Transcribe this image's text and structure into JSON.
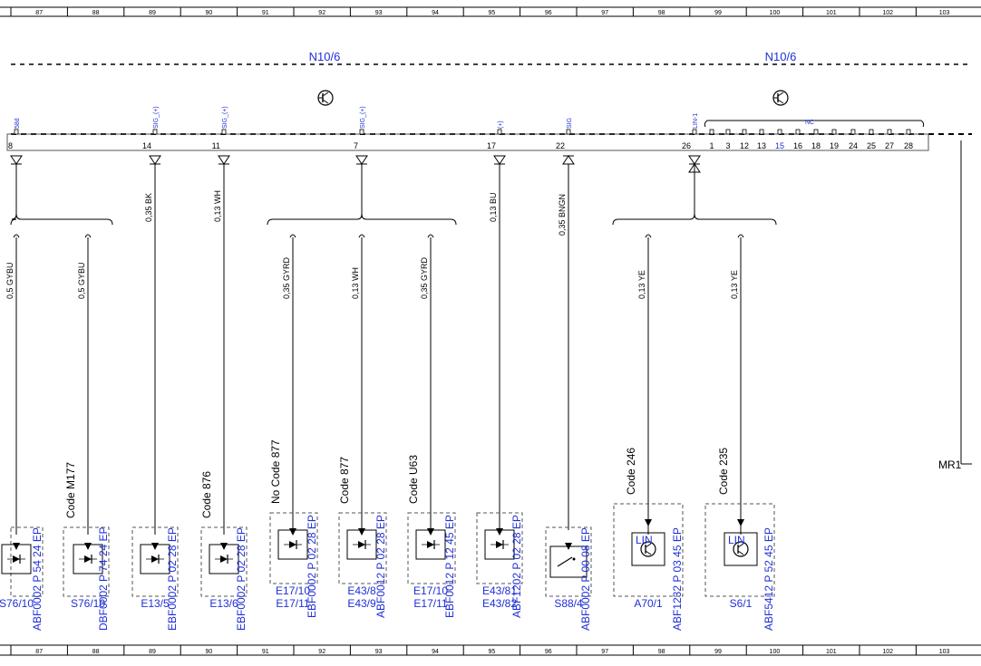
{
  "grid": {
    "columns": [
      "87",
      "88",
      "89",
      "90",
      "91",
      "92",
      "93",
      "94",
      "95",
      "96",
      "97",
      "98",
      "99",
      "100",
      "101",
      "102",
      "103"
    ]
  },
  "connector": {
    "left_label": "N10/6",
    "right_label": "N10/6",
    "pins": [
      {
        "num": "8",
        "signal": "58d"
      },
      {
        "num": "14",
        "signal": "SIG_(+)"
      },
      {
        "num": "11",
        "signal": "SIG_(+)"
      },
      {
        "num": "7",
        "signal": "SIG_(+)"
      },
      {
        "num": "17",
        "signal": "(+)"
      },
      {
        "num": "22",
        "signal": "SIG"
      },
      {
        "num": "26",
        "signal": "LIN-1"
      }
    ],
    "nc_label": "NC",
    "nc_pins": [
      "1",
      "3",
      "12",
      "13",
      "15",
      "16",
      "18",
      "19",
      "24",
      "25",
      "27",
      "28"
    ]
  },
  "wires": [
    {
      "spec": "0,35 BK"
    },
    {
      "spec": "0,13 WH"
    },
    {
      "spec": "0,13 BU"
    },
    {
      "spec": "0,35 BNGN"
    }
  ],
  "branches": [
    {
      "spec": "0,5 GYBU"
    },
    {
      "spec": "0,5 GYBU"
    },
    {
      "spec": "0,35 GYRD"
    },
    {
      "spec": "0,13 WH"
    },
    {
      "spec": "0,35 GYRD"
    },
    {
      "spec": "0,13 YE"
    },
    {
      "spec": "0,13 YE"
    }
  ],
  "components": [
    {
      "code": "",
      "ref": "ABF0002 P 54 24 EP",
      "label": "S76/10",
      "label2": ""
    },
    {
      "code": "Code M177",
      "ref": "DBF0002 P 74 24 EP",
      "label": "S76/10",
      "label2": ""
    },
    {
      "code": "",
      "ref": "EBF0002 P 02 28 EP",
      "label": "E13/5",
      "label2": ""
    },
    {
      "code": "Code 876",
      "ref": "EBF0002 P 02 28 EP",
      "label": "E13/6",
      "label2": ""
    },
    {
      "code": "No Code 877",
      "ref": "EBF0002 P 02 28 EP",
      "label": "E17/10",
      "label2": "E17/11"
    },
    {
      "code": "Code 877",
      "ref": "ABF0012 P 02 28 EP",
      "label": "E43/8",
      "label2": "E43/9"
    },
    {
      "code": "Code U63",
      "ref": "EBF0012 P 12 45 EP",
      "label": "E17/10",
      "label2": "E17/11"
    },
    {
      "code": "",
      "ref": "ABF1202 P 02 28 EP",
      "label": "E43/81",
      "label2": "E43/82"
    },
    {
      "code": "",
      "ref": "ABF0002 P 00 08 EP",
      "label": "S88/4",
      "label2": ""
    },
    {
      "code": "Code 246",
      "ref": "ABF1232 P 03 45 EP",
      "label": "A70/1",
      "label2": "",
      "lin": "LIN"
    },
    {
      "code": "Code 235",
      "ref": "ABF5412 P 52 45 EP",
      "label": "S6/1",
      "label2": "",
      "lin": "LIN"
    }
  ],
  "ground": {
    "label": "MR1"
  },
  "colors": {
    "blue": "#1f2fd6",
    "line": "#000000",
    "grey": "#777777"
  }
}
